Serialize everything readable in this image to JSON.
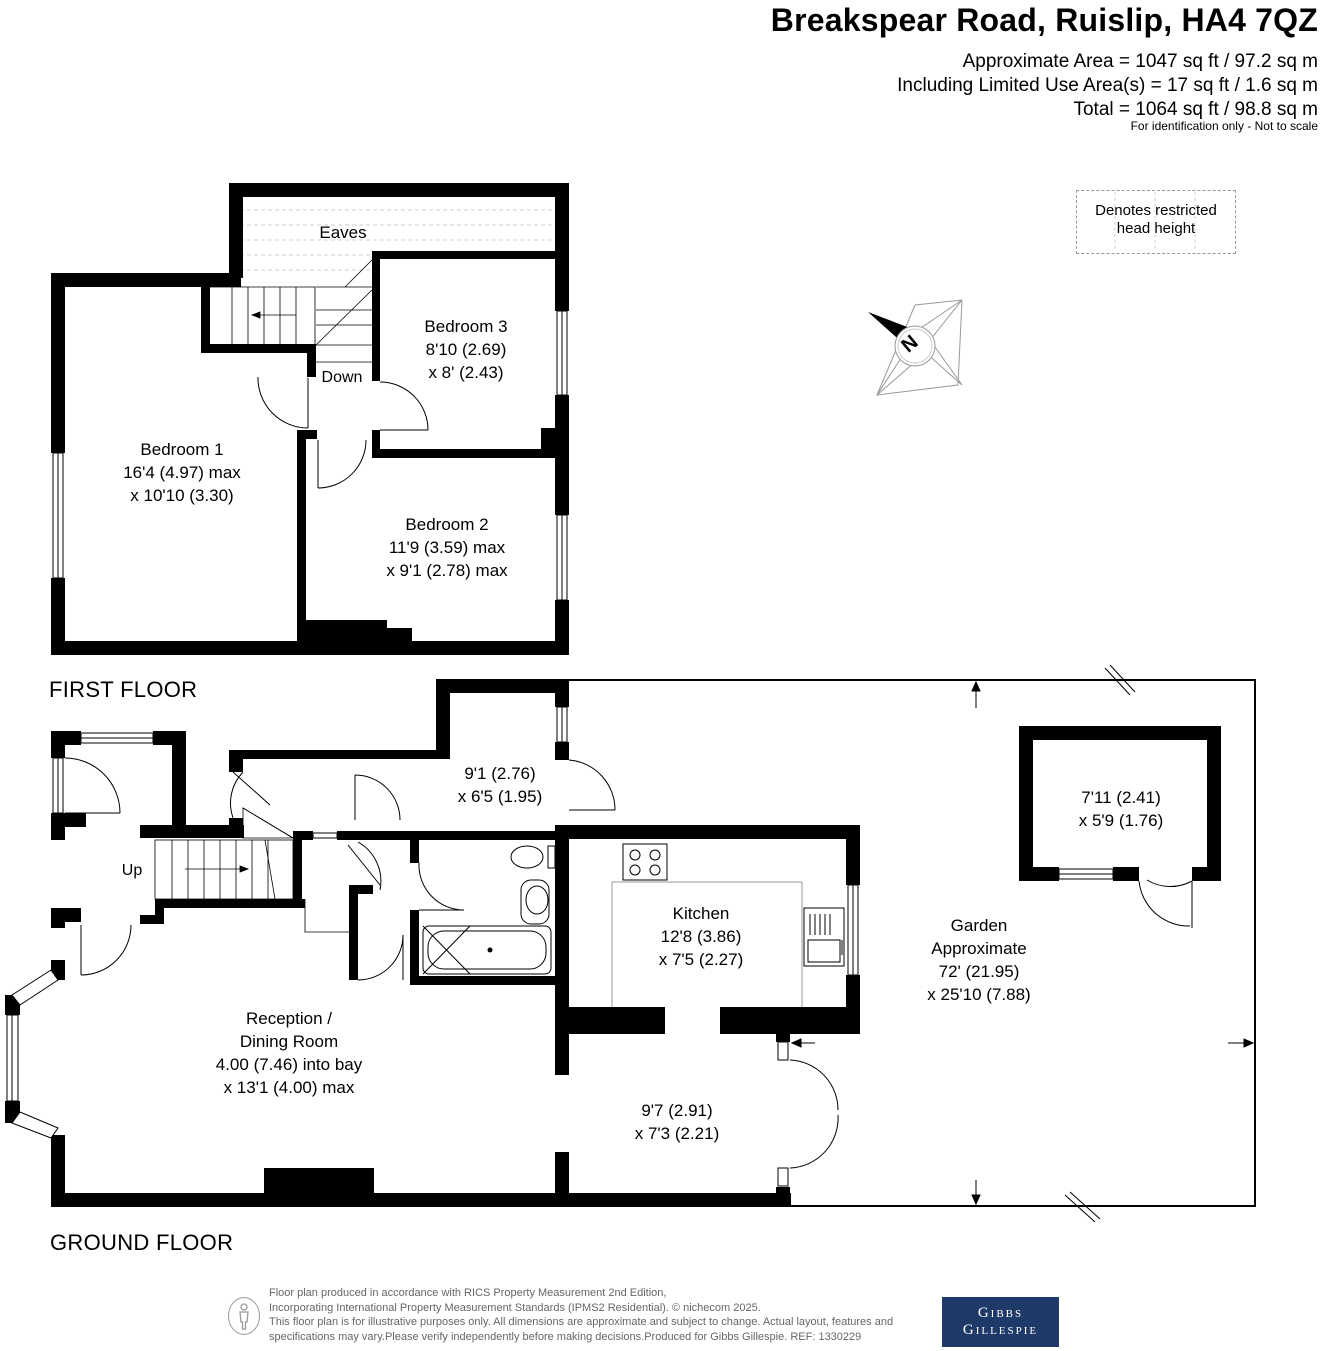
{
  "header": {
    "title": "Breakspear Road, Ruislip, HA4 7QZ",
    "area_line1": "Approximate Area = 1047 sq ft / 97.2 sq m",
    "area_line2": "Including Limited Use Area(s) = 17 sq ft / 1.6 sq m",
    "area_line3": "Total = 1064 sq ft / 98.8 sq m",
    "scale_note": "For identification only - Not to scale"
  },
  "legend": {
    "line1": "Denotes restricted",
    "line2": "head height"
  },
  "compass": {
    "label": "N"
  },
  "floors": {
    "first": "FIRST FLOOR",
    "ground": "GROUND FLOOR"
  },
  "first_floor_rooms": {
    "eaves": "Eaves",
    "down": "Down",
    "bedroom1": {
      "name": "Bedroom 1",
      "dim1": "16'4 (4.97) max",
      "dim2": "x 10'10 (3.30)"
    },
    "bedroom2": {
      "name": "Bedroom 2",
      "dim1": "11'9 (3.59) max",
      "dim2": "x 9'1 (2.78) max"
    },
    "bedroom3": {
      "name": "Bedroom 3",
      "dim1": "8'10 (2.69)",
      "dim2": "x 8' (2.43)"
    }
  },
  "ground_floor_rooms": {
    "up": "Up",
    "utility": {
      "dim1": "9'1 (2.76)",
      "dim2": "x 6'5 (1.95)"
    },
    "kitchen": {
      "name": "Kitchen",
      "dim1": "12'8 (3.86)",
      "dim2": "x 7'5 (2.27)"
    },
    "reception": {
      "name1": "Reception /",
      "name2": "Dining Room",
      "dim1": "4.00 (7.46) into bay",
      "dim2": "x 13'1 (4.00) max"
    },
    "conservatory": {
      "dim1": "9'7 (2.91)",
      "dim2": "x 7'3 (2.21)"
    },
    "garden": {
      "name1": "Garden",
      "name2": "Approximate",
      "dim1": "72' (21.95)",
      "dim2": "x 25'10 (7.88)"
    },
    "shed": {
      "dim1": "7'11 (2.41)",
      "dim2": "x 5'9 (1.76)"
    }
  },
  "footer": {
    "line1": "Floor plan produced in accordance with RICS Property Measurement 2nd Edition,",
    "line2": "Incorporating International Property Measurement Standards (IPMS2 Residential).   © nichecom 2025.",
    "line3": "This floor plan is for illustrative purposes only. All dimensions are approximate and subject to change. Actual layout, features and",
    "line4": "specifications may vary.Please verify independently before making decisions.Produced for Gibbs Gillespie.   REF: 1330229"
  },
  "brand": {
    "line1": "Gibbs",
    "line2": "Gillespie",
    "color": "#1f3a68"
  }
}
